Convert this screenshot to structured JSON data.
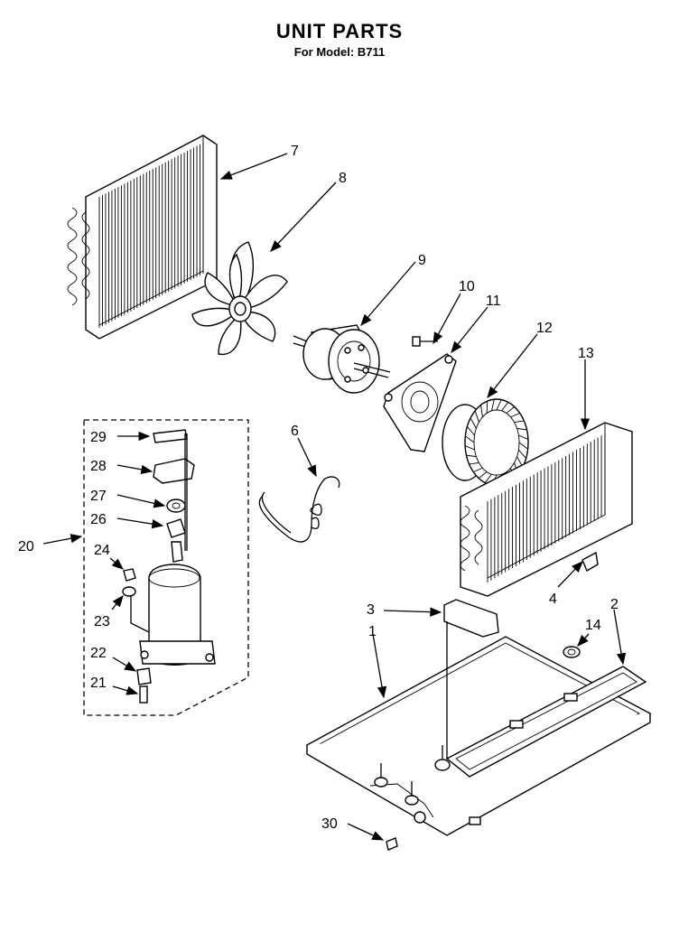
{
  "header": {
    "title": "UNIT PARTS",
    "subtitle": "For Model: B711"
  },
  "callouts": [
    {
      "id": "c1",
      "text": "1"
    },
    {
      "id": "c2",
      "text": "2"
    },
    {
      "id": "c3",
      "text": "3"
    },
    {
      "id": "c4",
      "text": "4"
    },
    {
      "id": "c6",
      "text": "6"
    },
    {
      "id": "c7",
      "text": "7"
    },
    {
      "id": "c8",
      "text": "8"
    },
    {
      "id": "c9",
      "text": "9"
    },
    {
      "id": "c10",
      "text": "10"
    },
    {
      "id": "c11",
      "text": "11"
    },
    {
      "id": "c12",
      "text": "12"
    },
    {
      "id": "c13",
      "text": "13"
    },
    {
      "id": "c14",
      "text": "14"
    },
    {
      "id": "c20",
      "text": "20"
    },
    {
      "id": "c21",
      "text": "21"
    },
    {
      "id": "c22",
      "text": "22"
    },
    {
      "id": "c23",
      "text": "23"
    },
    {
      "id": "c24",
      "text": "24"
    },
    {
      "id": "c26",
      "text": "26"
    },
    {
      "id": "c27",
      "text": "27"
    },
    {
      "id": "c28",
      "text": "28"
    },
    {
      "id": "c29",
      "text": "29"
    },
    {
      "id": "c30",
      "text": "30"
    }
  ]
}
